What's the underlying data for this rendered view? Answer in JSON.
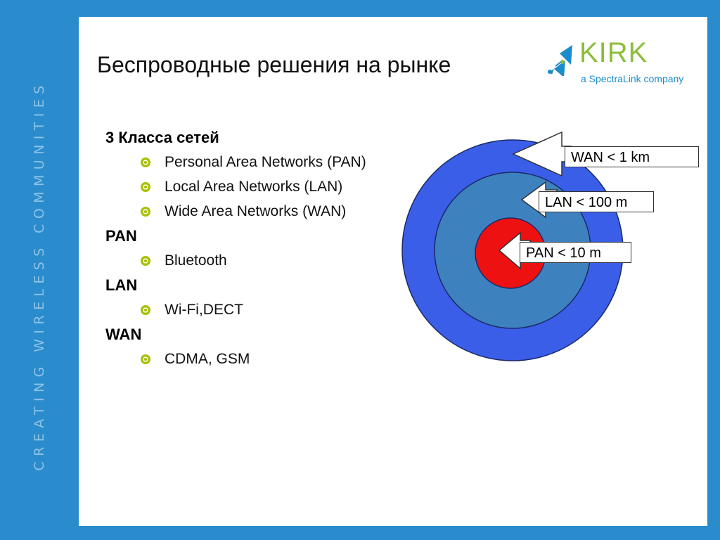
{
  "sidebar": {
    "text": "CREATING WIRELESS COMMUNITIES"
  },
  "title": "Беспроводные решения на рынке",
  "logo": {
    "word": "KIRK",
    "tagline": "a SpectraLink company"
  },
  "outline": [
    {
      "heading": "3 Класса сетей",
      "items": [
        "Personal Area Networks (PAN)",
        "Local Area Networks (LAN)",
        "Wide Area Networks (WAN)"
      ]
    },
    {
      "heading": "PAN",
      "items": [
        "Bluetooth"
      ]
    },
    {
      "heading": "LAN",
      "items": [
        "Wi-Fi,DECT"
      ]
    },
    {
      "heading": "WAN",
      "items": [
        "CDMA, GSM"
      ]
    }
  ],
  "diagram": {
    "rings": [
      {
        "name": "wan",
        "label": "WAN < 1 km",
        "color": "#3a5ee8"
      },
      {
        "name": "lan",
        "label": "LAN < 100 m",
        "color": "#3d81bf"
      },
      {
        "name": "pan",
        "label": "PAN < 10 m",
        "color": "#ee1111"
      }
    ]
  },
  "colors": {
    "background": "#2a8ccc",
    "bullet": "#a8c000",
    "logo_green": "#8cbe3c",
    "logo_blue": "#1c8bcc"
  }
}
